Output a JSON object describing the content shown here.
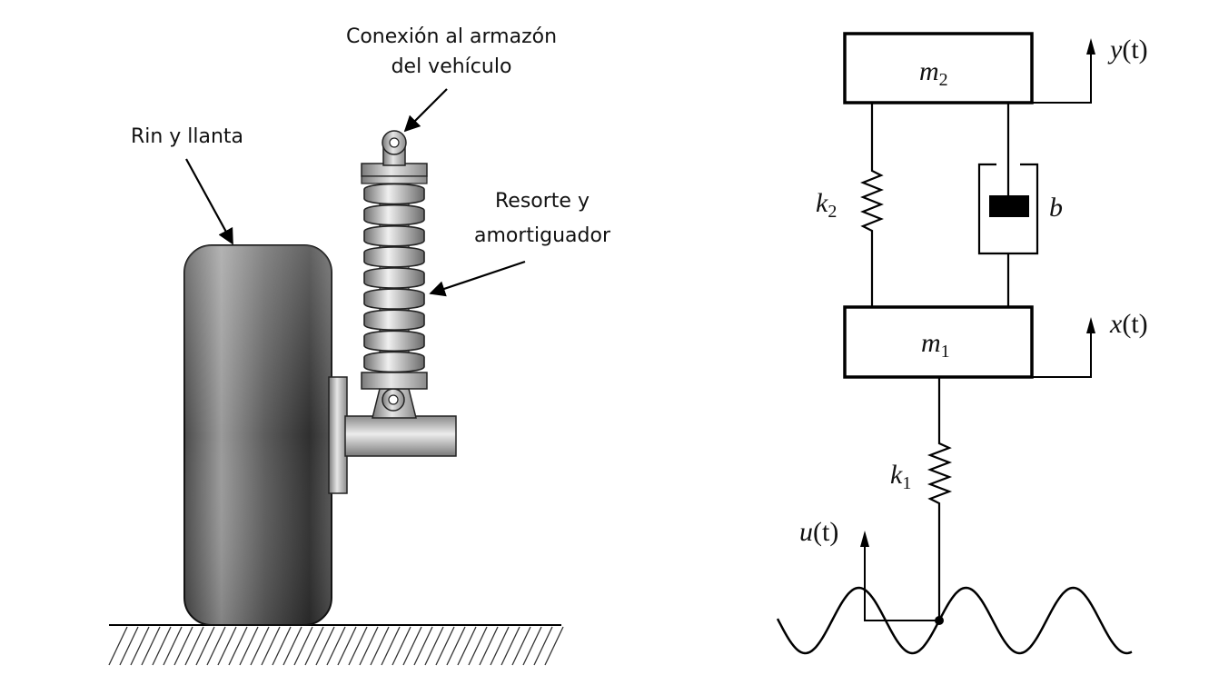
{
  "left_figure": {
    "labels": {
      "connection_line1": "Conexión al armazón",
      "connection_line2": "del vehículo",
      "wheel": "Rin y llanta",
      "spring_line1": "Resorte y",
      "spring_line2": "amortiguador"
    }
  },
  "right_figure": {
    "mass_top": {
      "var": "m",
      "sub": "2"
    },
    "mass_bottom": {
      "var": "m",
      "sub": "1"
    },
    "spring_top": {
      "var": "k",
      "sub": "2"
    },
    "spring_bottom": {
      "var": "k",
      "sub": "1"
    },
    "damper": "b",
    "y_output": {
      "var": "y",
      "arg": "(t)"
    },
    "x_output": {
      "var": "x",
      "arg": "(t)"
    },
    "u_input": {
      "var": "u",
      "arg": "(t)"
    }
  }
}
